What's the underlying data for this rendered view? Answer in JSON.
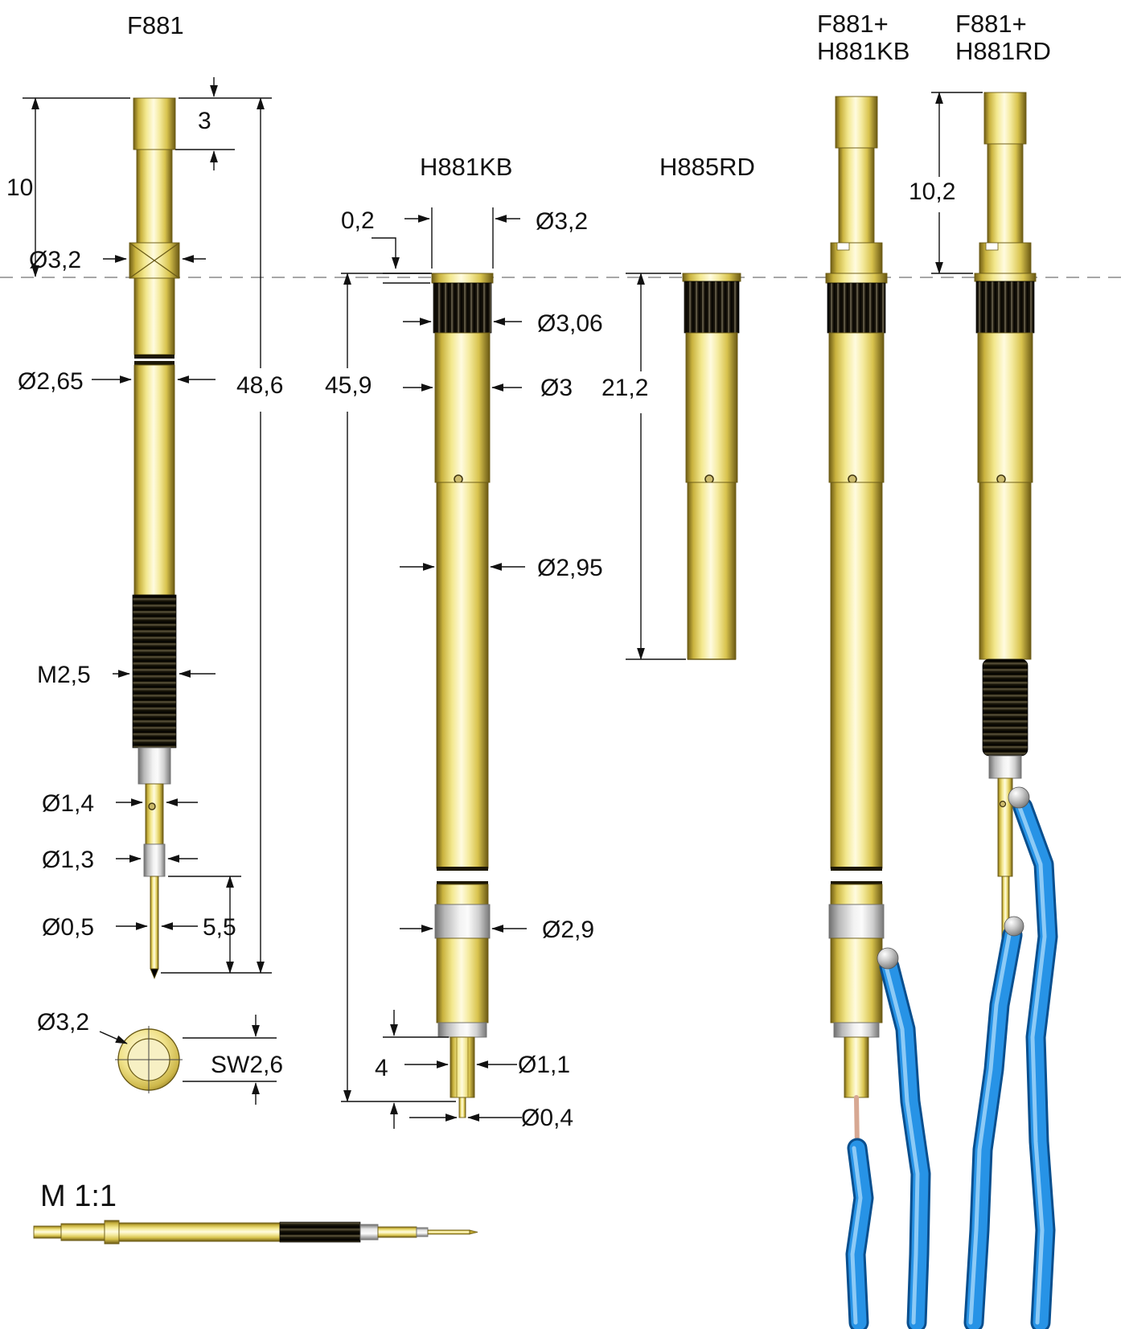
{
  "colors": {
    "gold": "#e9d56f",
    "gold_dark": "#6e5c14",
    "steel_grey": "#c9c9c9",
    "wire_blue": "#2793e6",
    "line": "#111111",
    "background": "#ffffff"
  },
  "figures": {
    "f881": {
      "label": "F881",
      "dims": {
        "tip_step_len": "3",
        "head_len": "10",
        "flange_dia": "Ø3,2",
        "barrel_dia": "Ø2,65",
        "total_len": "48,6",
        "thread_size": "M2,5",
        "dia_1_4": "Ø1,4",
        "dia_1_3": "Ø1,3",
        "dia_0_5": "Ø0,5",
        "tip_len": "5,5"
      },
      "end_view": {
        "dia": "Ø3,2",
        "wrench_size": "SW2,6"
      }
    },
    "h881kb": {
      "label": "H881KB",
      "dims": {
        "flange_height": "0,2",
        "flange_dia": "Ø3,2",
        "knurl_dia": "Ø3,06",
        "body_dia": "Ø3",
        "total_len": "45,9",
        "lower_body_dia": "Ø2,95",
        "sleeve_dia": "Ø2,9",
        "tail_len": "4",
        "tail_dia": "Ø1,1",
        "tip_dia": "Ø0,4"
      }
    },
    "h885rd": {
      "label": "H885RD",
      "dims": {
        "total_len": "21,2"
      }
    },
    "combo_kb": {
      "label_line1": "F881+",
      "label_line2": "H881KB"
    },
    "combo_rd": {
      "label_line1": "F881+",
      "label_line2": "H881RD",
      "dims": {
        "head_len": "10,2"
      }
    },
    "scale_note": {
      "label": "M 1:1"
    }
  }
}
